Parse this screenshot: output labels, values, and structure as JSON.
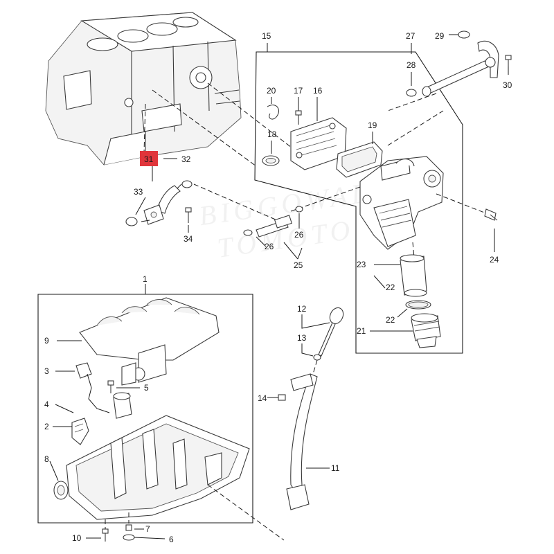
{
  "callouts": {
    "c1": "1",
    "c2": "2",
    "c3": "3",
    "c4": "4",
    "c5": "5",
    "c6": "6",
    "c7": "7",
    "c8": "8",
    "c9": "9",
    "c10": "10",
    "c11": "11",
    "c12": "12",
    "c13": "13",
    "c14": "14",
    "c15": "15",
    "c16": "16",
    "c17": "17",
    "c18": "18",
    "c19": "19",
    "c20": "20",
    "c21": "21",
    "c22a": "22",
    "c22b": "22",
    "c23": "23",
    "c24": "24",
    "c25": "25",
    "c26a": "26",
    "c26b": "26",
    "c27": "27",
    "c28": "28",
    "c29": "29",
    "c30": "30",
    "c31": "31",
    "c32": "32",
    "c33": "33",
    "c34": "34"
  },
  "highlight_color": "#e0353b",
  "watermark": {
    "line1": "BIGGOWAL",
    "line2": "TOMOTO"
  }
}
